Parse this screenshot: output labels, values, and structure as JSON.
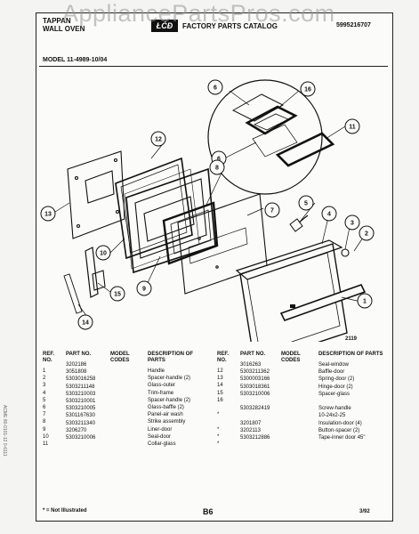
{
  "watermark": "AppliancePartsPros.com",
  "header": {
    "brand_line1": "TAPPAN",
    "brand_line2": "WALL OVEN",
    "logo": "ŁĆĐ",
    "catalog_title": "FACTORY PARTS CATALOG",
    "doc_number": "5995216707"
  },
  "model": "MODEL 11-4989-10/04",
  "figure_number": "2119",
  "callouts": [
    "1",
    "2",
    "3",
    "4",
    "5",
    "6",
    "6",
    "7",
    "8",
    "9",
    "10",
    "11",
    "12",
    "13",
    "14",
    "15",
    "16"
  ],
  "table": {
    "headers": {
      "ref": "REF. NO.",
      "part": "PART NO.",
      "model": "MODEL CODES",
      "desc": "DESCRIPTION OF PARTS"
    },
    "left_rows": [
      {
        "ref": "1",
        "part": "3202186",
        "desc": "Handle"
      },
      {
        "ref": "2",
        "part": "3051808",
        "desc": "Spacer-handle (2)"
      },
      {
        "ref": "3",
        "part": "5303016258",
        "desc": "Glass-outer"
      },
      {
        "ref": "4",
        "part": "5303211148",
        "desc": "Trim-frame"
      },
      {
        "ref": "5",
        "part": "5303210003",
        "desc": "Spacer-handle (2)"
      },
      {
        "ref": "6",
        "part": "5303210001",
        "desc": "Glass-baffle (2)"
      },
      {
        "ref": "7",
        "part": "5303210005",
        "desc": "Panel-air wash"
      },
      {
        "ref": "8",
        "part": "5301167630",
        "desc": "Strike assembly"
      },
      {
        "ref": "9",
        "part": "5303211340",
        "desc": "Liner-door"
      },
      {
        "ref": "10",
        "part": "3206270",
        "desc": "Seal-door"
      },
      {
        "ref": "11",
        "part": "5303210006",
        "desc": "Collar-glass"
      }
    ],
    "right_rows": [
      {
        "ref": "12",
        "part": "3016263",
        "desc": "Seal-window"
      },
      {
        "ref": "13",
        "part": "5303211362",
        "desc": "Baffle-door"
      },
      {
        "ref": "14",
        "part": "5300003166",
        "desc": "Spring-door (2)"
      },
      {
        "ref": "15",
        "part": "5303018361",
        "desc": "Hinge-door (2)"
      },
      {
        "ref": "16",
        "part": "5303210006",
        "desc": "Spacer-glass"
      },
      {
        "ref": "",
        "part": "",
        "desc": ""
      },
      {
        "ref": "*",
        "part": "5303282419",
        "desc": "Screw-handle"
      },
      {
        "ref": "",
        "part": "",
        "desc": "10-24x2-25"
      },
      {
        "ref": "*",
        "part": "3201807",
        "desc": "Insulation-door (4)"
      },
      {
        "ref": "*",
        "part": "3202113",
        "desc": "Button-spacer (2)"
      },
      {
        "ref": "*",
        "part": "5303212886",
        "desc": "Tape-inner door 45\""
      }
    ]
  },
  "footer": {
    "note": "* = Not Illustrated",
    "page": "B6",
    "date": "3/92"
  },
  "side_strip": "ACME 80-0101-12 0-6111"
}
